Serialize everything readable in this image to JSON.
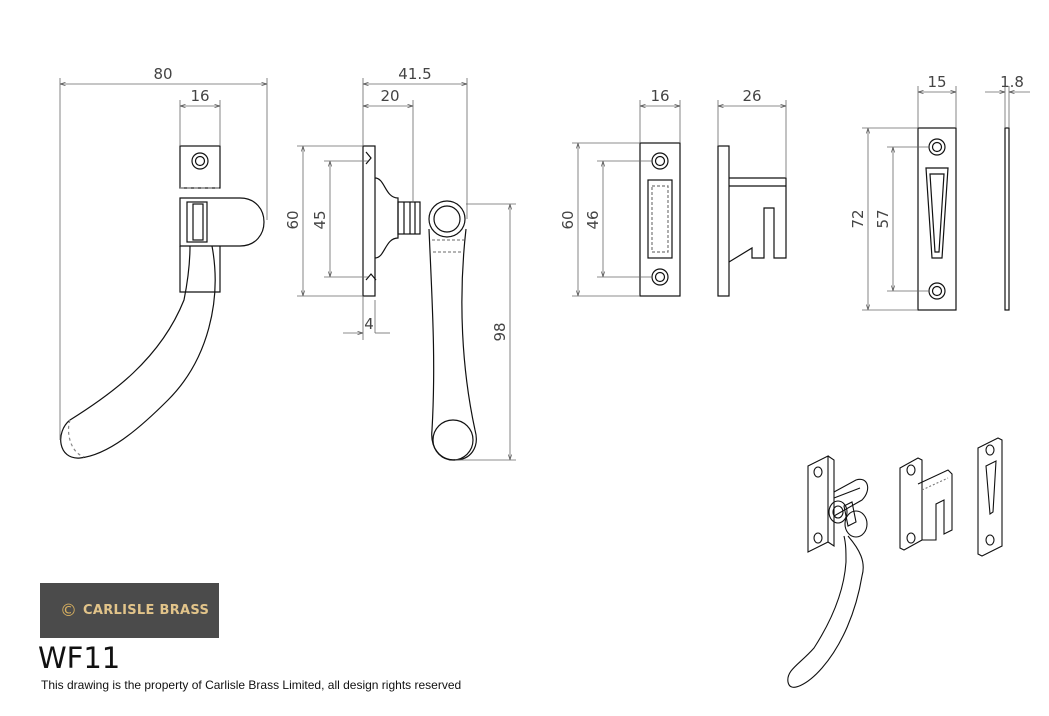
{
  "brand": {
    "name": "CARLISLE BRASS",
    "accent": "#d8b060",
    "box_color": "#4b4b4b"
  },
  "model_code": "WF11",
  "rights_notice": "This drawing is the property of Carlisle Brass Limited, all design rights reserved",
  "dimensions": {
    "handle_front_width": "80",
    "handle_front_base": "16",
    "handle_side_depth": "41.5",
    "handle_side_stem": "20",
    "handle_side_height": "60",
    "handle_side_fixings": "45",
    "handle_side_plate": "4",
    "handle_side_lever": "98",
    "keep_front_width": "16",
    "keep_front_height": "60",
    "keep_front_fixings": "46",
    "keep_side_depth": "26",
    "plate_width": "15",
    "plate_thickness": "1.8",
    "plate_height": "72",
    "plate_fixings": "57"
  }
}
